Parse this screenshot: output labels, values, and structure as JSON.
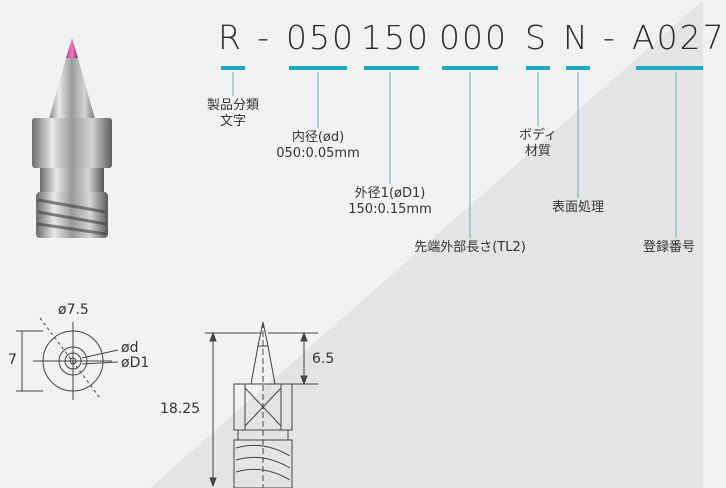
{
  "code": {
    "c1": "R",
    "d1": "-",
    "c2": "050",
    "c3": "150",
    "c4": "000",
    "c5": "S",
    "c6": "N",
    "d2": "-",
    "c7": "A027"
  },
  "labels": {
    "l1": "製品分類\n文字",
    "l2": "内径(ød)\n050:0.05mm",
    "l3": "外径1(øD1)\n150:0.15mm",
    "l4": "先端外部長さ(TL2)",
    "l5": "ボディ\n材質",
    "l6": "表面処理",
    "l7": "登録番号"
  },
  "dims": {
    "phi_outer": "ø7.5",
    "side_7": "7",
    "phi_d": "ød",
    "phi_D1": "øD1",
    "height_total": "18.25",
    "tip_len": "6.5"
  },
  "colors": {
    "accent": "#1ba9c4",
    "lead": "#5fb6c6"
  }
}
